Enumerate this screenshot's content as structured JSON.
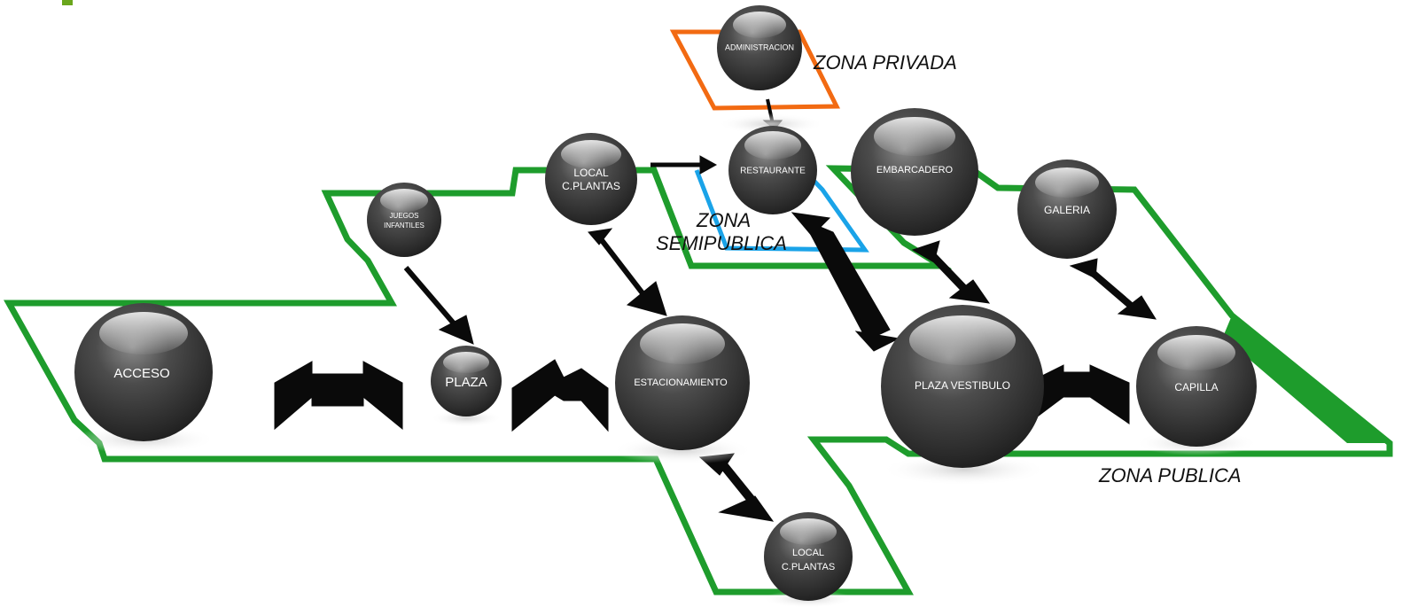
{
  "diagram": {
    "zones": {
      "privada": "ZONA PRIVADA",
      "semipublica_line1": "ZONA",
      "semipublica_line2": "SEMIPUBLICA",
      "publica": "ZONA PUBLICA"
    },
    "nodes": {
      "administracion": "ADMINISTRACION",
      "restaurante": "RESTAURANTE",
      "embarcadero": "EMBARCADERO",
      "galeria": "GALERIA",
      "local_top_line1": "LOCAL",
      "local_top_line2": "C.PLANTAS",
      "juegos_line1": "JUEGOS",
      "juegos_line2": "INFANTILES",
      "acceso": "ACCESO",
      "plaza": "PLAZA",
      "estacionamiento": "ESTACIONAMIENTO",
      "plaza_vestibulo": "PLAZA VESTIBULO",
      "capilla": "CAPILLA",
      "local_bottom_line1": "LOCAL",
      "local_bottom_line2": "C.PLANTAS"
    },
    "colors": {
      "zona_publica": "#1e9c2c",
      "zona_semipublica": "#1aa3e8",
      "zona_privada": "#f26a12",
      "node": "#4a4a4a",
      "arrow": "#0a0a0a"
    }
  }
}
